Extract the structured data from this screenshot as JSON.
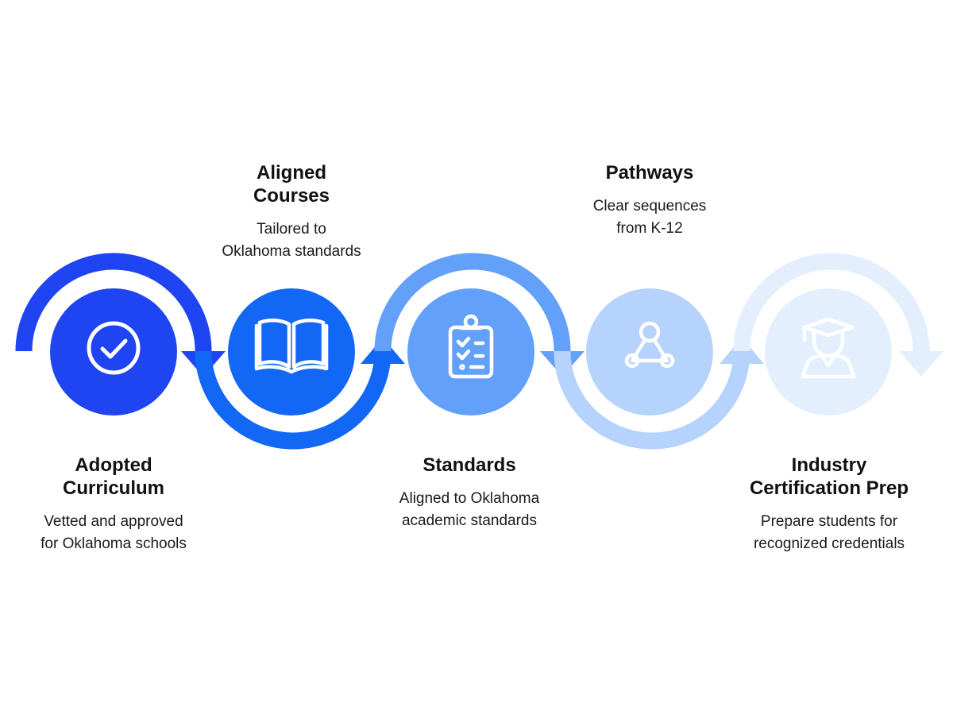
{
  "colors": {
    "step1": "#1f44f2",
    "step2": "#1267f5",
    "step3": "#62a0fa",
    "step4": "#b6d3fd",
    "step5": "#e4effe",
    "icon_on_dark": "#ffffff",
    "icon_on_light": "#ffffff"
  },
  "steps": [
    {
      "title_line1": "Adopted",
      "title_line2": "Curriculum",
      "desc_line1": "Vetted and approved",
      "desc_line2": "for Oklahoma schools",
      "icon": "check-circle-icon"
    },
    {
      "title_line1": "Aligned",
      "title_line2": "Courses",
      "desc_line1": "Tailored to",
      "desc_line2": "Oklahoma standards",
      "icon": "open-book-icon"
    },
    {
      "title_line1": "Standards",
      "title_line2": "",
      "desc_line1": "Aligned to Oklahoma",
      "desc_line2": "academic standards",
      "icon": "clipboard-checklist-icon"
    },
    {
      "title_line1": "Pathways",
      "title_line2": "",
      "desc_line1": "Clear sequences",
      "desc_line2": "from K-12",
      "icon": "network-nodes-icon"
    },
    {
      "title_line1": "Industry",
      "title_line2": "Certification Prep",
      "desc_line1": "Prepare students for",
      "desc_line2": "recognized credentials",
      "icon": "graduate-icon"
    }
  ]
}
